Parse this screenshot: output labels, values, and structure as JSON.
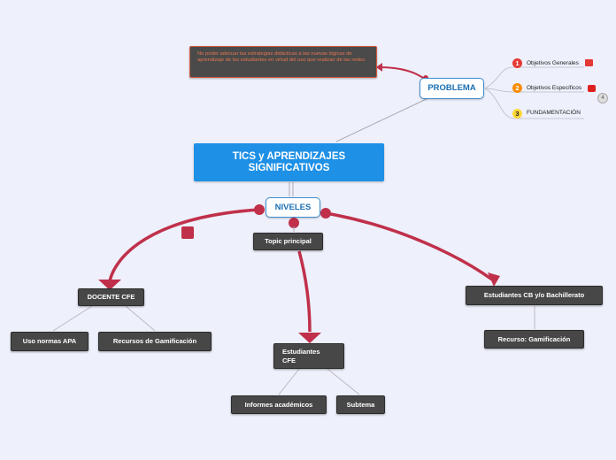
{
  "central": {
    "title_line1": "TICS y APRENDIZAJES",
    "title_line2": "SIGNIFICATIVOS"
  },
  "problema": {
    "label": "PROBLEMA",
    "note": "No poder adecuar las estrategias didácticas a las nuevas lógicas de aprendizaje de los estudiantes en virtud del uso que realizan de las redes.",
    "items": [
      {
        "number": "1",
        "label": "Objetivos Generales",
        "number_color": "#e53935",
        "icon": "red-square-icon"
      },
      {
        "number": "2",
        "label": "Objetivos Específicos",
        "number_color": "#fb8c00",
        "icon": "youtube-icon"
      },
      {
        "number": "3",
        "label": "FUNDAMENTACIÓN",
        "number_color": "#fdd835",
        "icon": ""
      }
    ],
    "badge": "4"
  },
  "niveles": {
    "label": "NIVELES",
    "docente": {
      "label": "DOCENTE CFE",
      "children": [
        "Uso normas APA",
        "Recursos de Gamificación"
      ]
    },
    "topic": {
      "label": "Topic principal"
    },
    "estudiantes_cfe": {
      "label_line1": "Estudiantes",
      "label_line2": "CFE",
      "children": [
        "Informes académicos",
        "Subtema"
      ]
    },
    "estudiantes_cb": {
      "label": "Estudiantes CB y/o Bachillerato",
      "children": [
        "Recurso: Gamificación"
      ]
    }
  },
  "colors": {
    "branch_red": "#c0304a",
    "central_blue": "#1e90e6",
    "dark_node": "#474747"
  }
}
